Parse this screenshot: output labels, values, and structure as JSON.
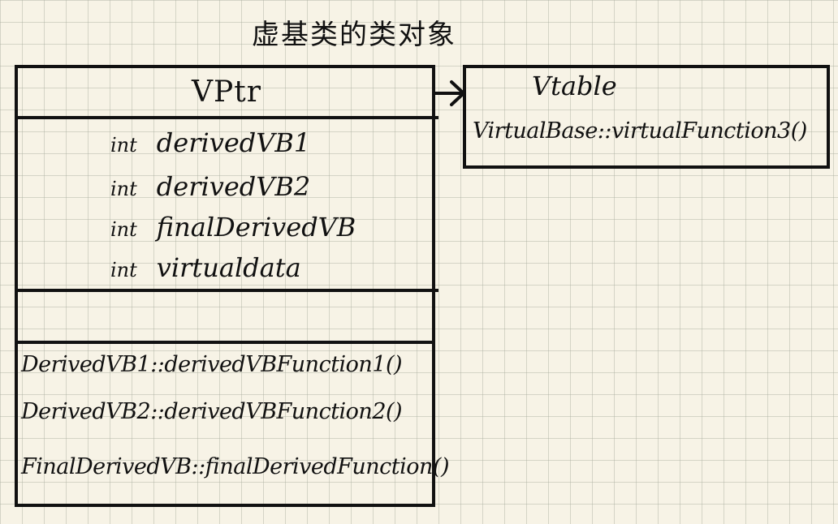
{
  "title": "虚基类的类对象",
  "object": {
    "vptr": "VPtr",
    "members": [
      {
        "type": "int",
        "name": "derivedVB1"
      },
      {
        "type": "int",
        "name": "derivedVB2"
      },
      {
        "type": "int",
        "name": "finalDerivedVB"
      },
      {
        "type": "int",
        "name": "virtualdata"
      }
    ],
    "functions": [
      "DerivedVB1::derivedVBFunction1()",
      "DerivedVB2::derivedVBFunction2()",
      "FinalDerivedVB::finalDerivedFunction()"
    ]
  },
  "vtable": {
    "title": "Vtable",
    "entries": [
      "VirtualBase::virtualFunction3()"
    ]
  }
}
